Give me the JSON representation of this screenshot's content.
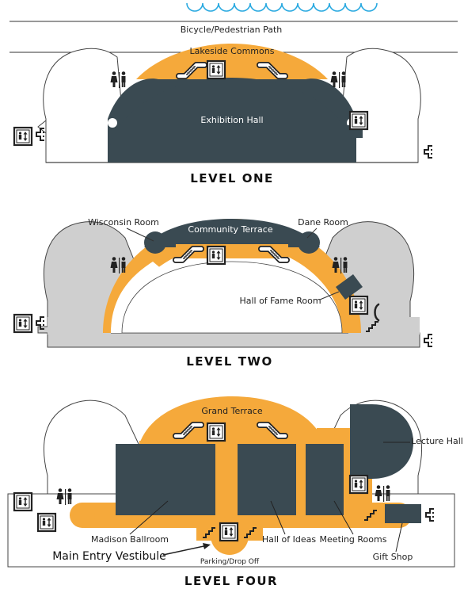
{
  "colors": {
    "orange": "#f5a93b",
    "dark": "#3a4a52",
    "gray": "#cfcfcf",
    "water": "#29a9e0",
    "line": "#333333"
  },
  "level_one": {
    "path_label": "Bicycle/Pedestrian Path",
    "commons": "Lakeside Commons",
    "hall": "Exhibition Hall",
    "title": "LEVEL ONE"
  },
  "level_two": {
    "wisconsin": "Wisconsin Room",
    "terrace": "Community Terrace",
    "dane": "Dane Room",
    "fame": "Hall of Fame Room",
    "title": "LEVEL TWO"
  },
  "level_four": {
    "grand": "Grand Terrace",
    "lecture": "Lecture Hall",
    "ballroom": "Madison Ballroom",
    "ideas": "Hall of Ideas",
    "meeting": "Meeting Rooms",
    "gift": "Gift Shop",
    "vestibule": "Main Entry Vestibule",
    "parking": "Parking/Drop Off",
    "title": "LEVEL FOUR"
  },
  "icons": [
    "restroom-icon",
    "elevator-icon",
    "escalator-icon",
    "stairs-icon",
    "phone-icon",
    "water-waves-icon"
  ]
}
